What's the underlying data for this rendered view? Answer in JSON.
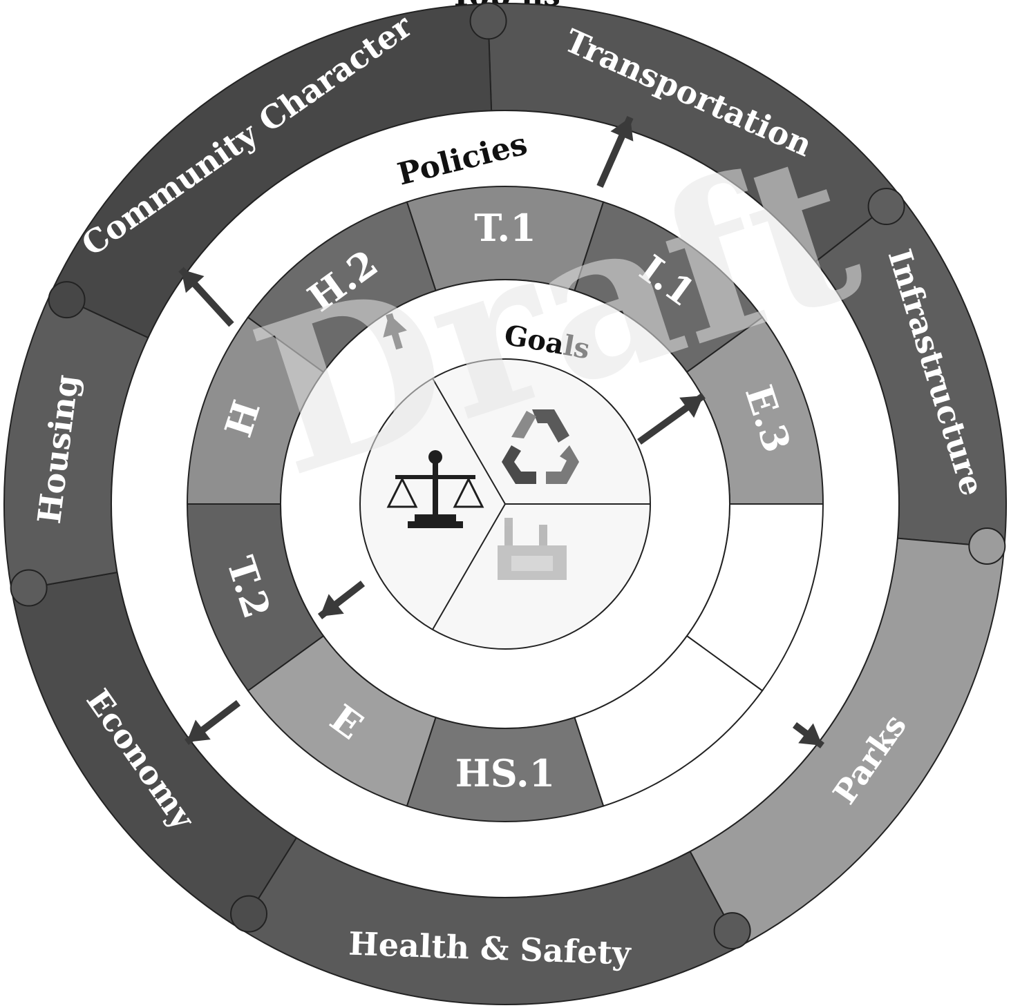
{
  "header": {
    "title_fragment": "Top     ns"
  },
  "rings": {
    "outer_label": "",
    "policies_label": "Policies",
    "goals_label": "Goals"
  },
  "topic_areas": [
    {
      "id": "transportation",
      "label": "Transportation",
      "shade": "#555555",
      "label_color": "#ffffff"
    },
    {
      "id": "infrastructure",
      "label": "Infrastructure",
      "shade": "#5e5e5e",
      "label_color": "#ffffff"
    },
    {
      "id": "parks",
      "label": "Parks",
      "shade": "#9c9c9c",
      "label_color": "#ffffff"
    },
    {
      "id": "health-safety",
      "label": "Health & Safety",
      "shade": "#5a5a5a",
      "label_color": "#ffffff"
    },
    {
      "id": "economy",
      "label": "Economy",
      "shade": "#4c4c4c",
      "label_color": "#ffffff"
    },
    {
      "id": "housing",
      "label": "Housing",
      "shade": "#5c5c5c",
      "label_color": "#ffffff"
    },
    {
      "id": "community-character",
      "label": "Community Character",
      "shade": "#474747",
      "label_color": "#ffffff"
    }
  ],
  "policies": [
    {
      "id": "t1",
      "label": "T.1",
      "shade": "#8a8a8a"
    },
    {
      "id": "i1",
      "label": "I.1",
      "shade": "#6a6a6a"
    },
    {
      "id": "e3",
      "label": "E.3",
      "shade": "#9b9b9b"
    },
    {
      "id": "blank-1",
      "label": "",
      "shade": "#ffffff"
    },
    {
      "id": "blank-2",
      "label": "",
      "shade": "#ffffff"
    },
    {
      "id": "hs1",
      "label": "HS.1",
      "shade": "#767676"
    },
    {
      "id": "e",
      "label": "E",
      "shade": "#a0a0a0"
    },
    {
      "id": "t2",
      "label": "T.2",
      "shade": "#616161"
    },
    {
      "id": "h",
      "label": "H",
      "shade": "#8f8f8f"
    },
    {
      "id": "h2",
      "label": "H.2",
      "shade": "#6b6b6b"
    }
  ],
  "goals": [
    {
      "id": "environment",
      "icon": "recycle-icon"
    },
    {
      "id": "economy-goal",
      "icon": "factory-icon"
    },
    {
      "id": "equity",
      "icon": "scale-icon"
    }
  ],
  "watermark": {
    "text": "Draft",
    "color": "#e6e6e6"
  },
  "colors": {
    "line": "#333333",
    "arrow": "#3a3a3a"
  }
}
